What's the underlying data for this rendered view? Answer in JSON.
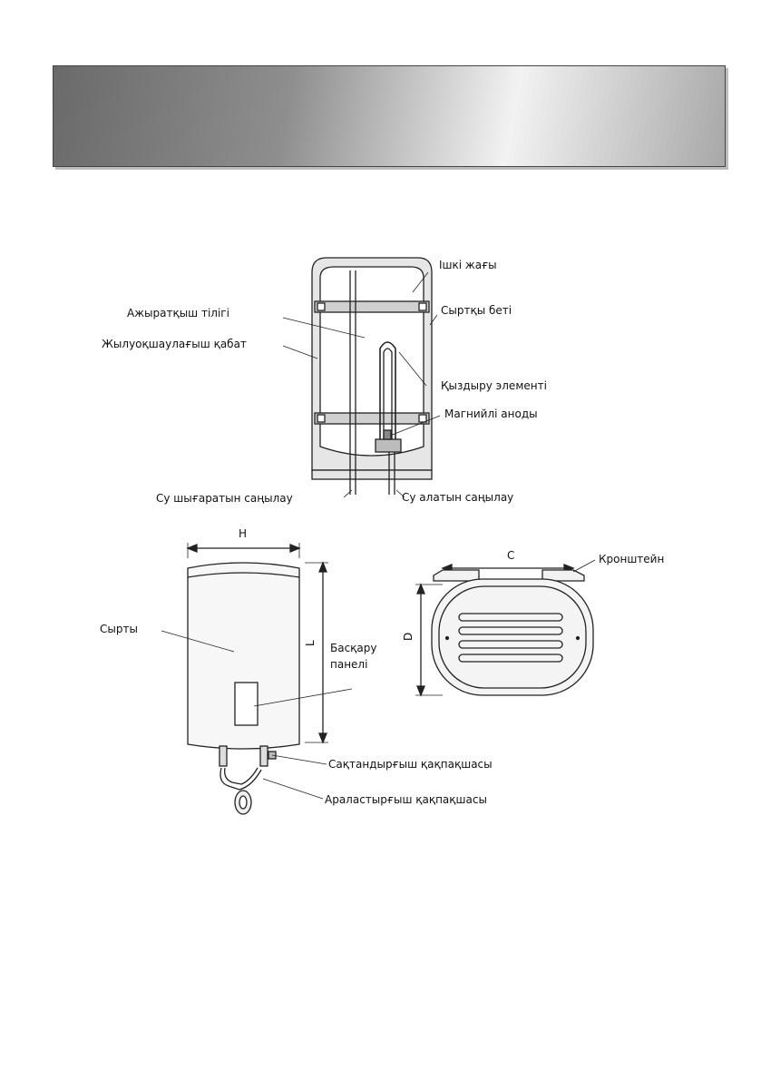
{
  "top_diagram": {
    "inner_tank": "Ішкі жағы",
    "separator_tongue": "Ажыратқыш тілігі",
    "outer_surface": "Сыртқы беті",
    "insulation_layer": "Жылуоқшаулағыш қабат",
    "heating_element": "Қыздыру элементі",
    "magnesium_anode": "Магнийлі аноды",
    "water_outlet_pipe": "Су шығаратын саңылау",
    "water_inlet_pipe": "Су алатын саңылау"
  },
  "front_view": {
    "dim_h": "H",
    "dim_l": "L",
    "exterior": "Сырты",
    "control_panel_line1": "Басқару",
    "control_panel_line2": "панелі",
    "safety_valve": "Сақтандырғыш қақпақшасы",
    "mixing_valve": "Араластырғыш қақпақшасы"
  },
  "side_view": {
    "dim_c": "C",
    "dim_d": "D",
    "bracket": "Кронштейн"
  }
}
